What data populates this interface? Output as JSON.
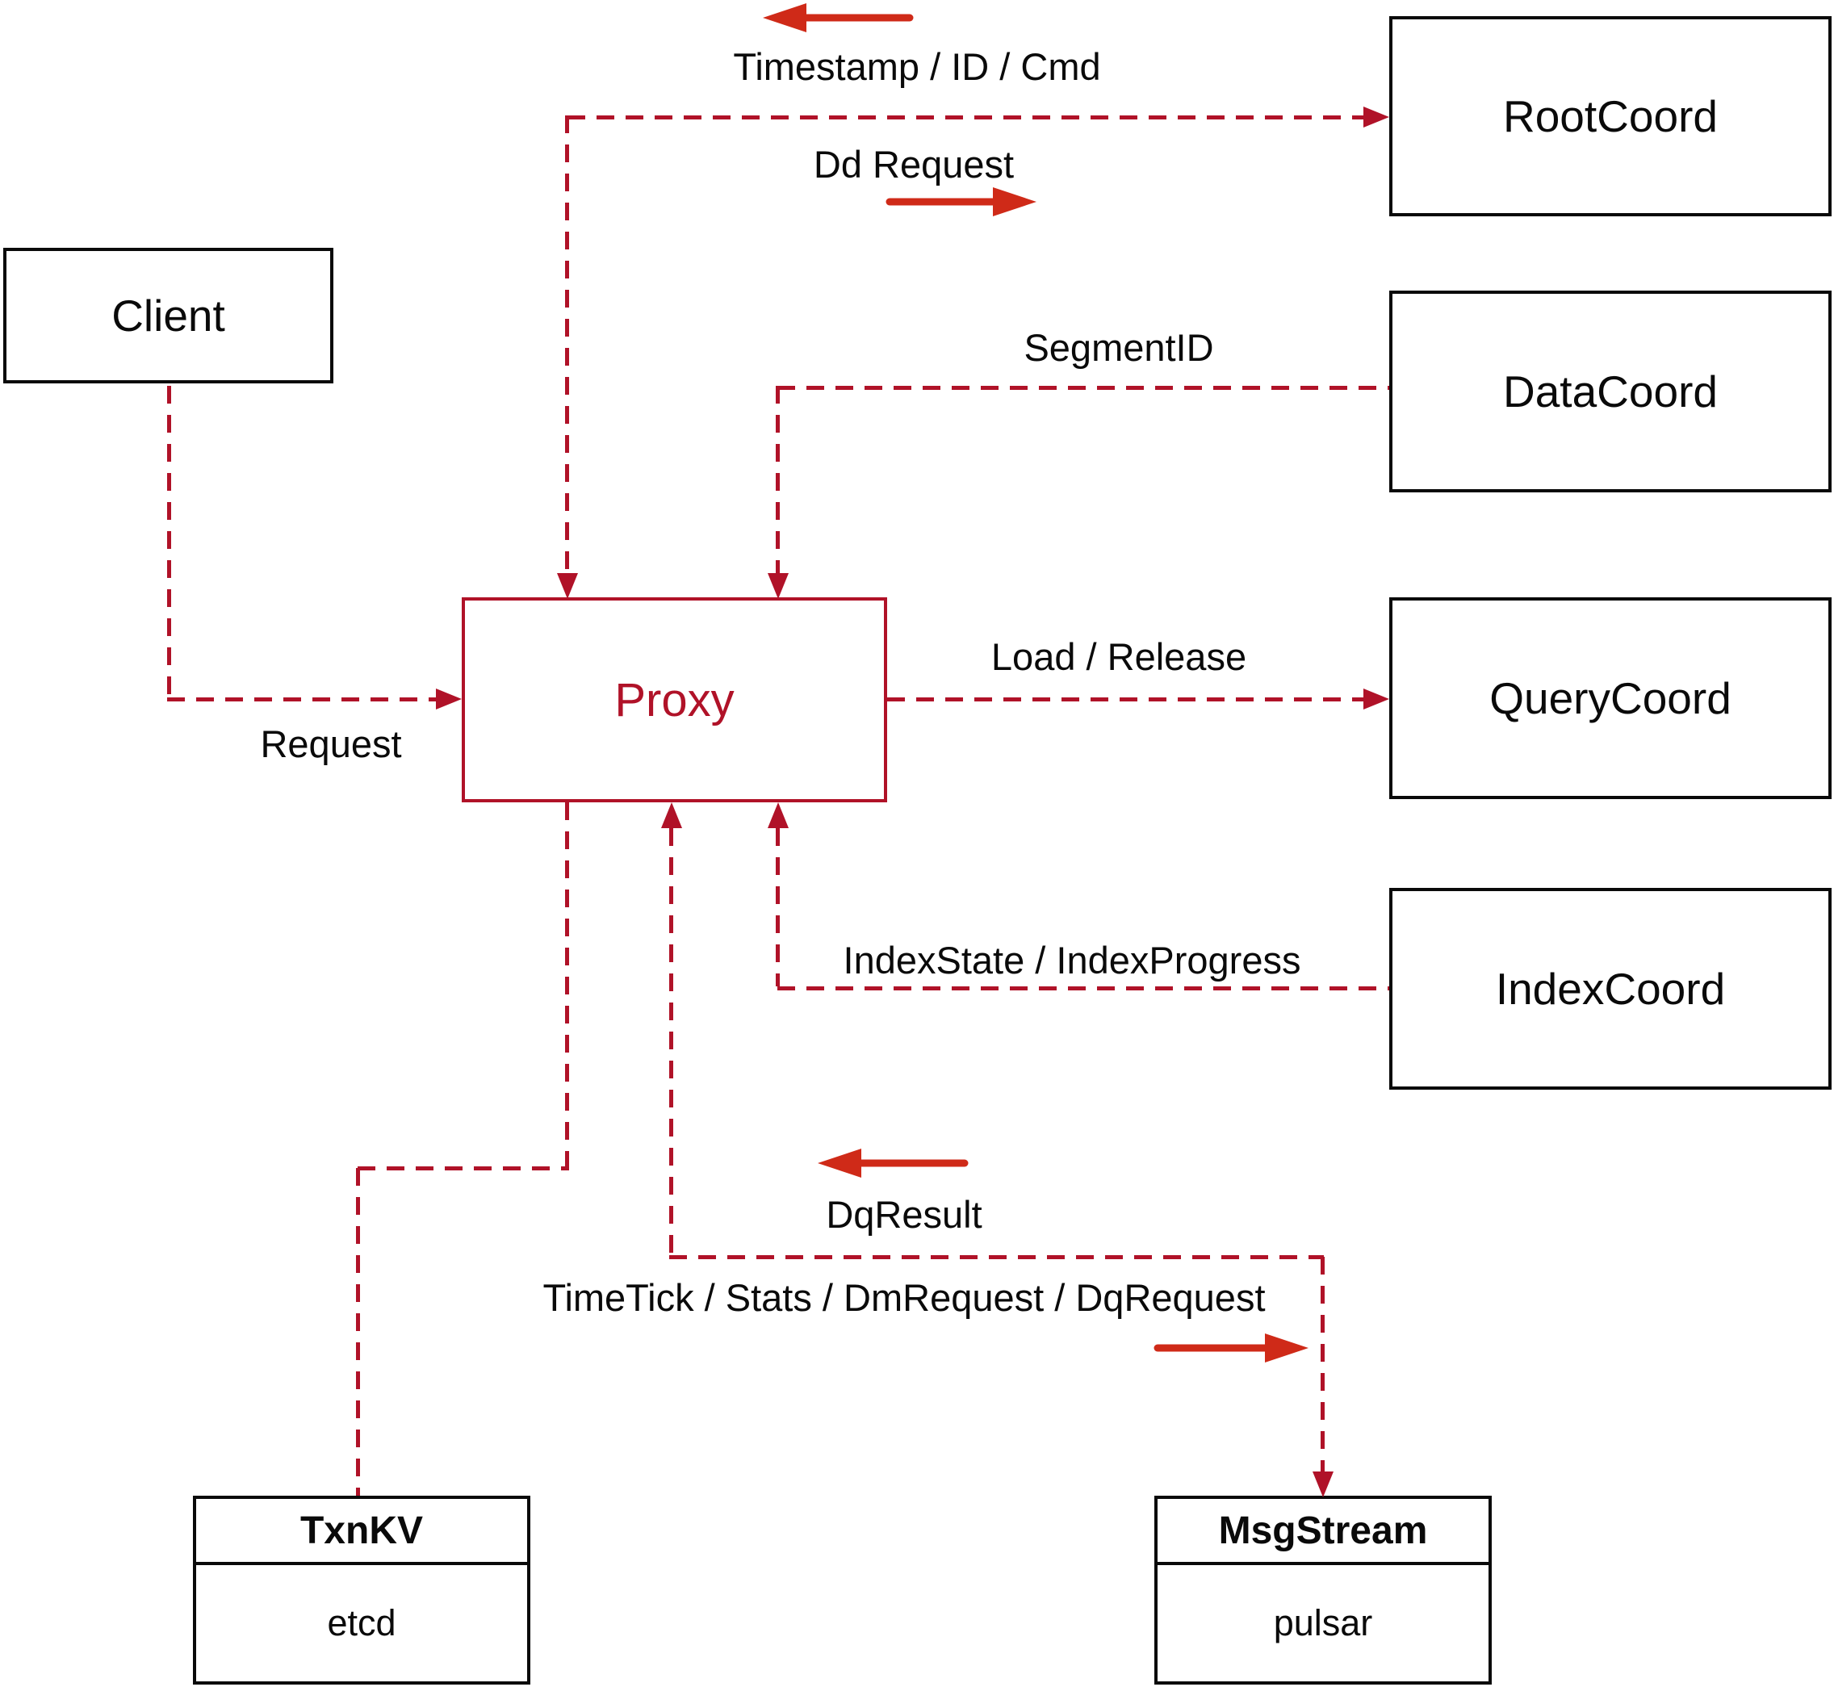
{
  "diagram": {
    "nodes": {
      "client": {
        "label": "Client"
      },
      "root_coord": {
        "label": "RootCoord"
      },
      "data_coord": {
        "label": "DataCoord"
      },
      "query_coord": {
        "label": "QueryCoord"
      },
      "index_coord": {
        "label": "IndexCoord"
      },
      "proxy": {
        "label": "Proxy"
      },
      "txn_kv": {
        "title": "TxnKV",
        "impl": "etcd"
      },
      "msg_stream": {
        "title": "MsgStream",
        "impl": "pulsar"
      }
    },
    "edge_labels": {
      "timestamp": "Timestamp / ID / Cmd",
      "dd_request": "Dd Request",
      "segment_id": "SegmentID",
      "load_release": "Load / Release",
      "request": "Request",
      "index_state": "IndexState / IndexProgress",
      "dq_result": "DqResult",
      "time_tick": "TimeTick / Stats / DmRequest / DqRequest"
    },
    "colors": {
      "dashed_line": "#b01228",
      "solid_arrow": "#cf2a18",
      "box_border": "#000000",
      "proxy_accent": "#b01228",
      "background": "#ffffff",
      "label_color": "#000000"
    }
  }
}
